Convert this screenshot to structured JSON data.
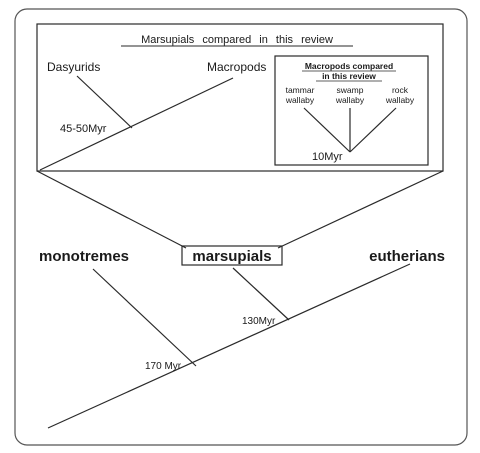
{
  "inset": {
    "title": "Marsupials compared in this review",
    "left_label": "Dasyurids",
    "right_label": "Macropods",
    "divergence": "45-50Myr"
  },
  "sub_inset": {
    "title_line1": "Macropods compared",
    "title_line2": "in this review",
    "taxa": [
      {
        "line1": "tammar",
        "line2": "wallaby"
      },
      {
        "line1": "swamp",
        "line2": "wallaby"
      },
      {
        "line1": "rock",
        "line2": "wallaby"
      }
    ],
    "divergence": "10Myr"
  },
  "main_tree": {
    "monotremes": "monotremes",
    "marsupials": "marsupials",
    "eutherians": "eutherians",
    "node_marsupial_eutherian": "130Myr",
    "node_monotreme": "170 Myr"
  },
  "colors": {
    "line": "#2a2a2a",
    "frame": "#555555",
    "text": "#1a1a1a"
  }
}
